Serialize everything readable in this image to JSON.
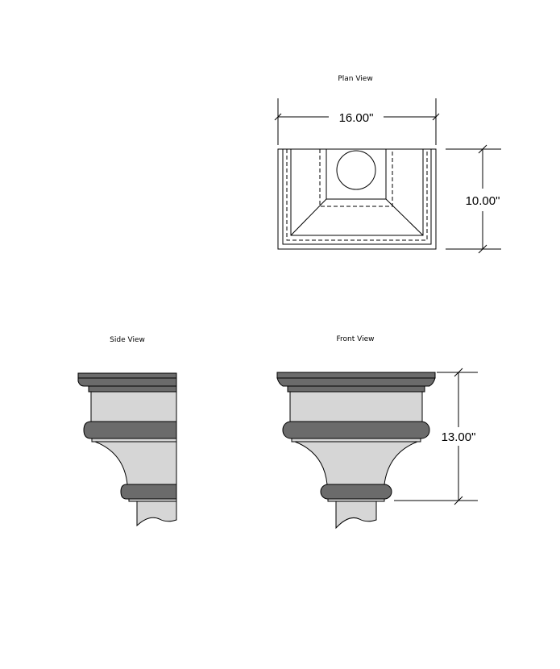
{
  "views": {
    "plan": {
      "title": "Plan View",
      "width_dim": "16.00\"",
      "depth_dim": "10.00\""
    },
    "side": {
      "title": "Side View"
    },
    "front": {
      "title": "Front View",
      "height_dim": "13.00\""
    }
  },
  "colors": {
    "dark_band": "#6b6b6b",
    "light_body": "#d6d6d6",
    "outline": "#000000"
  }
}
